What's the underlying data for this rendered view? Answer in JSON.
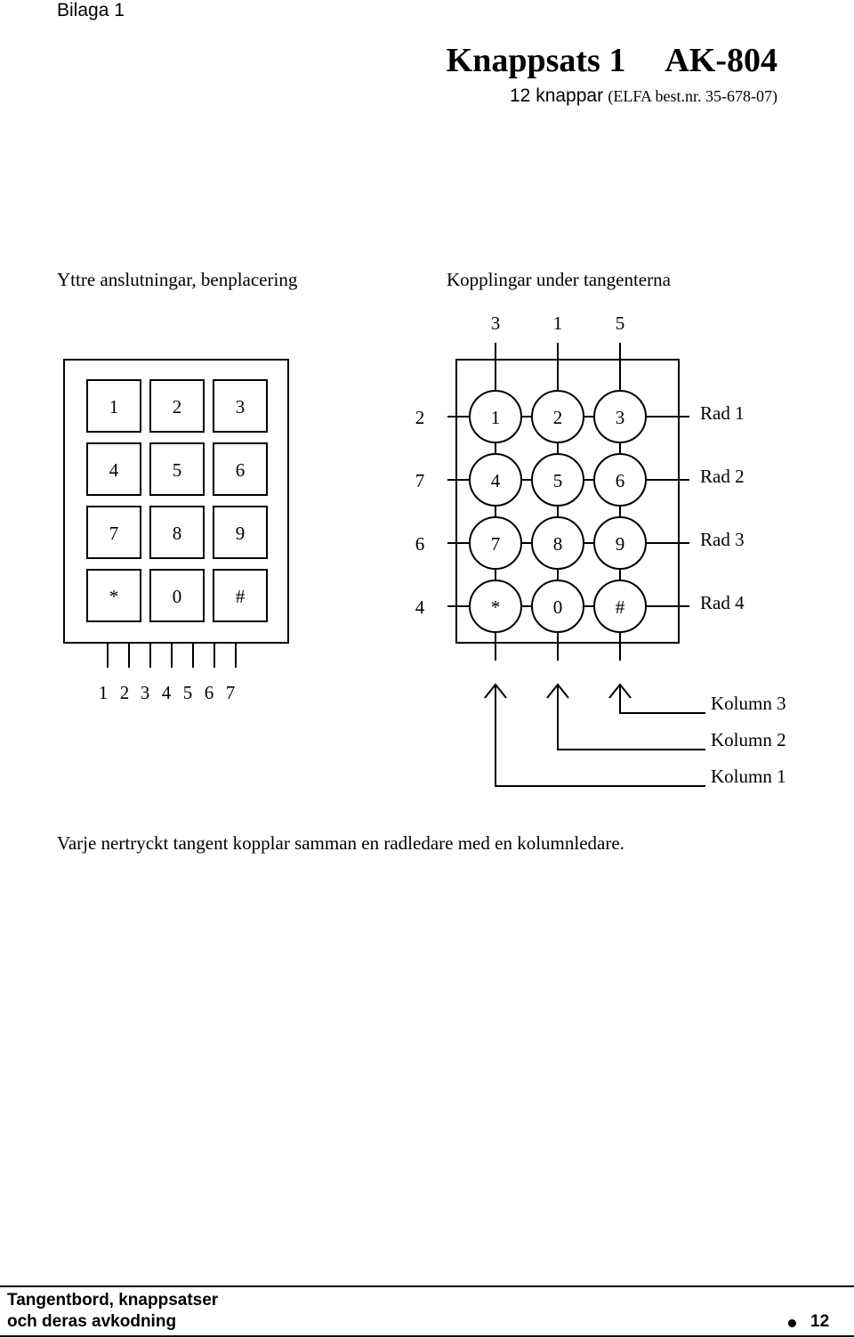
{
  "header": {
    "appendix": "Bilaga 1"
  },
  "title": {
    "name": "Knappsats 1",
    "model": "AK-804"
  },
  "subtitle": {
    "main": "12 knappar",
    "order": "(ELFA best.nr. 35-678-07)"
  },
  "left_panel": {
    "heading": "Yttre anslutningar, benplacering",
    "keys": [
      "1",
      "2",
      "3",
      "4",
      "5",
      "6",
      "7",
      "8",
      "9",
      "*",
      "0",
      "#"
    ],
    "pins": [
      "1",
      "2",
      "3",
      "4",
      "5",
      "6",
      "7"
    ]
  },
  "right_panel": {
    "heading": "Kopplingar under tangenterna",
    "top_pins": [
      "3",
      "1",
      "5"
    ],
    "row_pins": [
      "2",
      "7",
      "6",
      "4"
    ],
    "keys": [
      "1",
      "2",
      "3",
      "4",
      "5",
      "6",
      "7",
      "8",
      "9",
      "*",
      "0",
      "#"
    ],
    "row_labels": [
      "Rad 1",
      "Rad 2",
      "Rad 3",
      "Rad 4"
    ],
    "column_labels": [
      "Kolumn 3",
      "Kolumn 2",
      "Kolumn 1"
    ]
  },
  "note": "Varje nertryckt tangent kopplar samman en radledare med en kolumnledare.",
  "footer": {
    "line1": "Tangentbord, knappsatser",
    "line2": "och deras avkodning",
    "page": "12"
  }
}
